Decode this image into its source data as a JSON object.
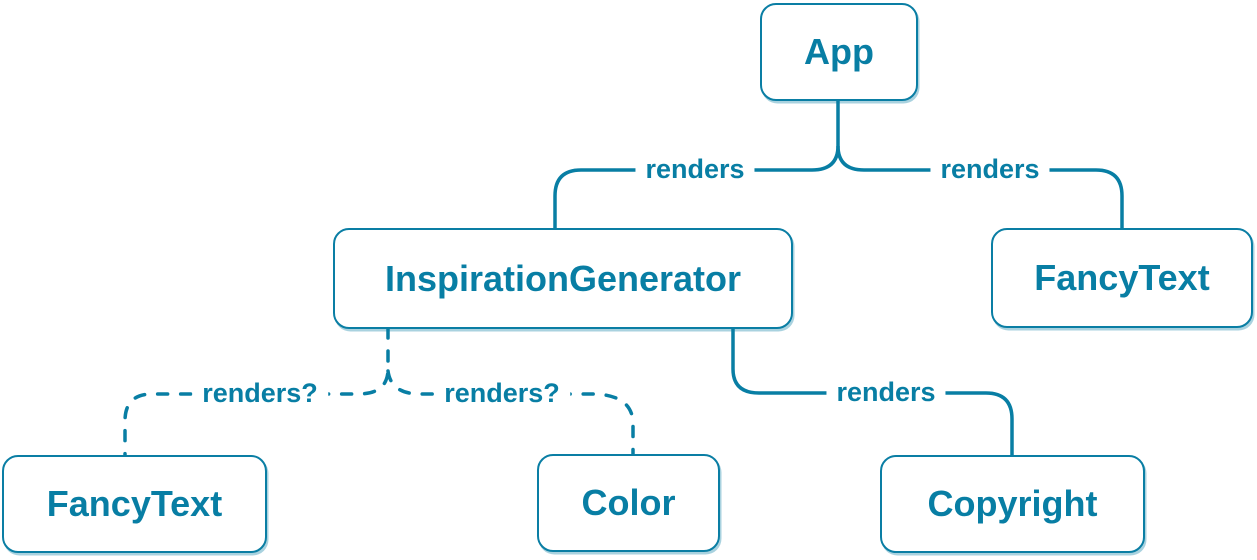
{
  "diagram": {
    "type": "component-render-tree",
    "accent_color": "#087ea4",
    "node_background": "#ffffff",
    "nodes": [
      {
        "id": "app",
        "label": "App"
      },
      {
        "id": "inspiration-generator",
        "label": "InspirationGenerator"
      },
      {
        "id": "fancy-text-top",
        "label": "FancyText"
      },
      {
        "id": "fancy-text-bottom",
        "label": "FancyText"
      },
      {
        "id": "color",
        "label": "Color"
      },
      {
        "id": "copyright",
        "label": "Copyright"
      }
    ],
    "edges": [
      {
        "from": "App",
        "to": "InspirationGenerator",
        "label": "renders",
        "style": "solid"
      },
      {
        "from": "App",
        "to": "FancyText",
        "label": "renders",
        "style": "solid"
      },
      {
        "from": "InspirationGenerator",
        "to": "FancyText",
        "label": "renders?",
        "style": "dashed"
      },
      {
        "from": "InspirationGenerator",
        "to": "Color",
        "label": "renders?",
        "style": "dashed"
      },
      {
        "from": "InspirationGenerator",
        "to": "Copyright",
        "label": "renders",
        "style": "solid"
      }
    ]
  }
}
